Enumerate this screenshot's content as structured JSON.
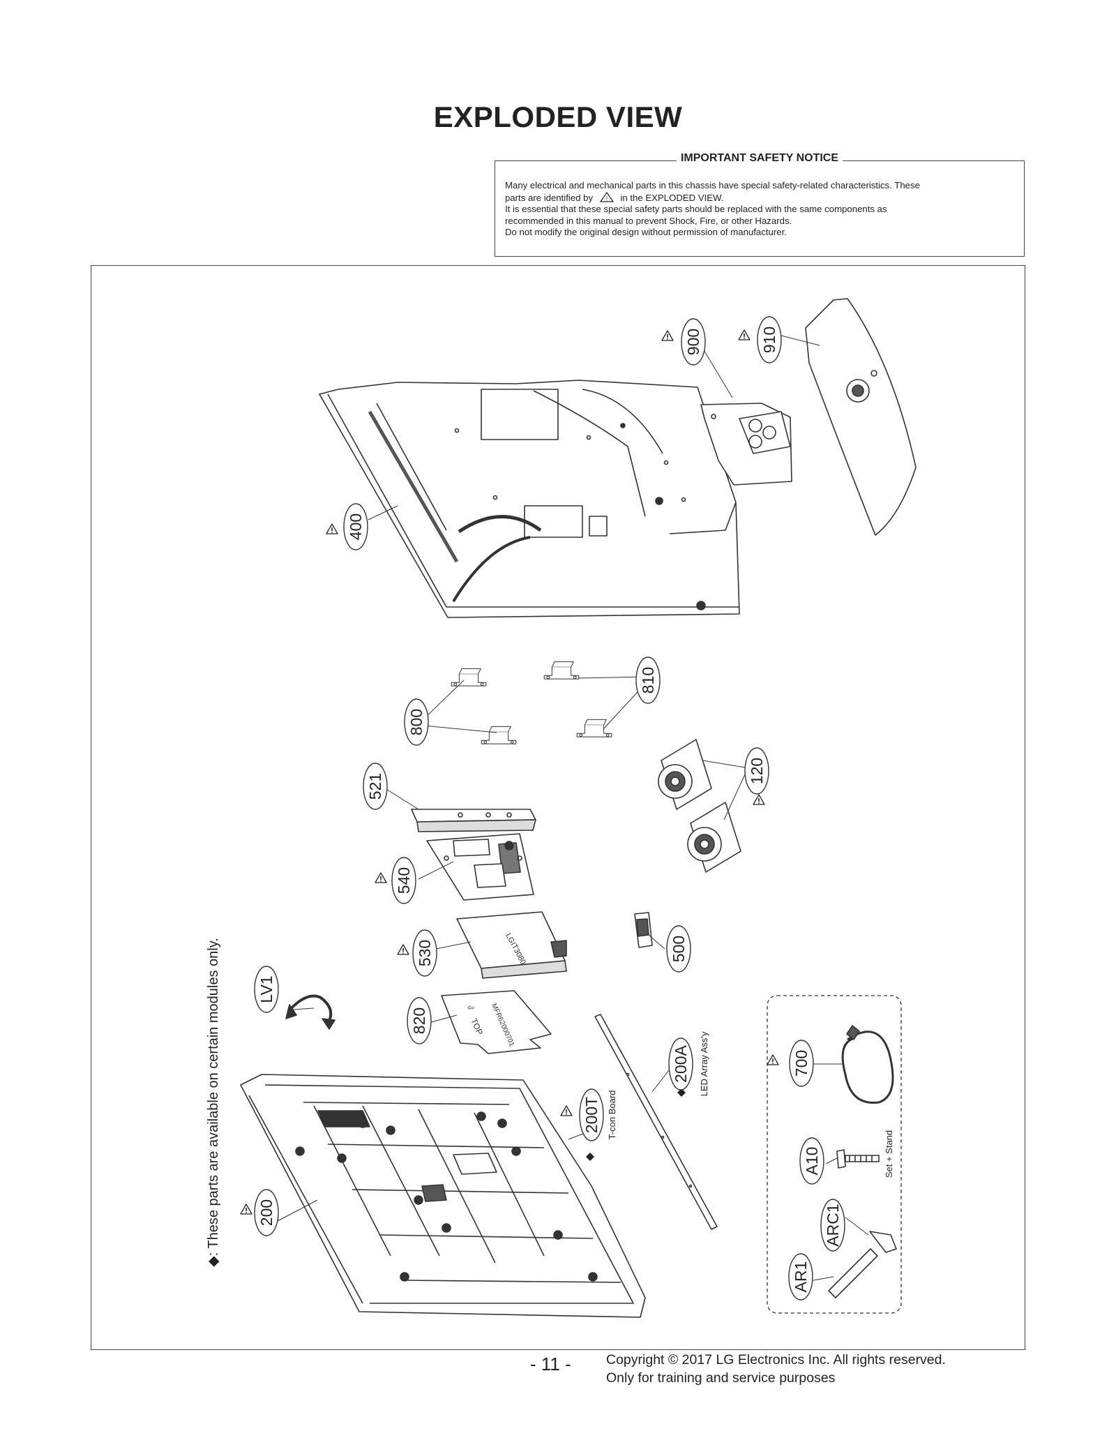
{
  "page": {
    "title": "EXPLODED VIEW",
    "page_number": "- 11 -",
    "copyright": "Copyright © 2017 LG Electronics Inc. All rights reserved.",
    "copyright_note": "Only for training and service purposes"
  },
  "notice": {
    "heading": "IMPORTANT SAFETY NOTICE",
    "line1": "Many electrical and mechanical parts in this chassis have special safety-related characteristics. These",
    "line2a": "parts are identified by",
    "line2b": "in the EXPLODED VIEW.",
    "line3": "It is essential that these special safety parts should be replaced with the same components as",
    "line4": "recommended in this manual to prevent Shock, Fire, or other Hazards.",
    "line5": "Do not modify the original design without permission of manufacturer."
  },
  "diagram": {
    "side_note": "◆: These parts are available on certain modules only.",
    "parts": {
      "p900": "900",
      "p910": "910",
      "p400": "400",
      "p800": "800",
      "p810": "810",
      "p521": "521",
      "p120": "120",
      "p540": "540",
      "p530": "530",
      "p500": "500",
      "pLV1": "LV1",
      "p820": "820",
      "p200A": "200A",
      "p200T": "200T",
      "p200": "200",
      "p700": "700",
      "pA10": "A10",
      "pARC1": "ARC1",
      "pAR1": "AR1"
    },
    "captions": {
      "led": "LED Array Ass'y",
      "tcon": "T-con Board",
      "stand": "Set + Stand"
    },
    "board_markings": {
      "top": "TOP",
      "top_arrow": "⇦",
      "code": "MFR62000701",
      "psu": "LGIT3080"
    }
  }
}
